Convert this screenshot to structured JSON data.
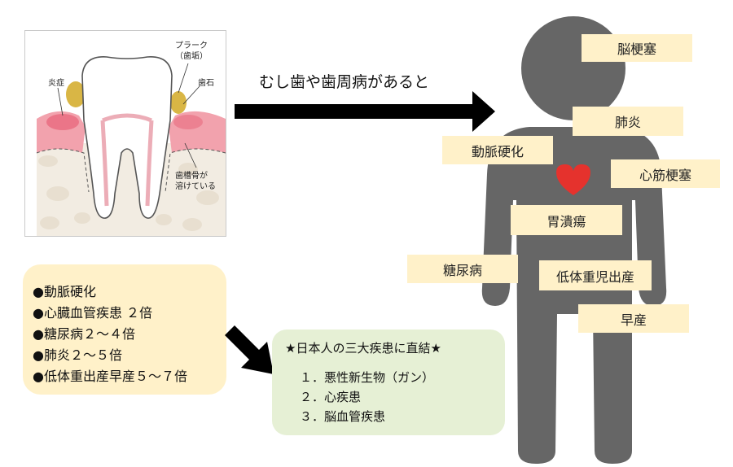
{
  "tooth": {
    "labels": {
      "plaque": "プラーク\n（歯垢）",
      "inflammation": "炎症",
      "tartar": "歯石",
      "bone_loss": "歯槽骨が\n溶けている"
    }
  },
  "arrow_caption": "むし歯や歯周病があると",
  "figure": {
    "body_color": "#666666",
    "heart_color": "#e5322d",
    "diseases": {
      "stroke": "脳梗塞",
      "pneumonia": "肺炎",
      "arteriosclerosis": "動脈硬化",
      "myocardial_infarction": "心筋梗塞",
      "gastric_ulcer": "胃潰瘍",
      "diabetes": "糖尿病",
      "low_birth_weight": "低体重児出産",
      "premature_birth": "早産"
    }
  },
  "risks": [
    "●動脈硬化",
    "●心臓血管疾患 ２倍",
    "●糖尿病２～４倍",
    "●肺炎２～５倍",
    "●低体重出産早産５～７倍"
  ],
  "summary": {
    "title": "★日本人の三大疾患に直結★",
    "items": [
      "１．悪性新生物（ガン）",
      "２．心疾患",
      "３．脳血管疾患"
    ]
  },
  "colors": {
    "label_bg": "#fff1c9",
    "summary_bg": "#e6f0d5",
    "arrow": "#000000"
  }
}
